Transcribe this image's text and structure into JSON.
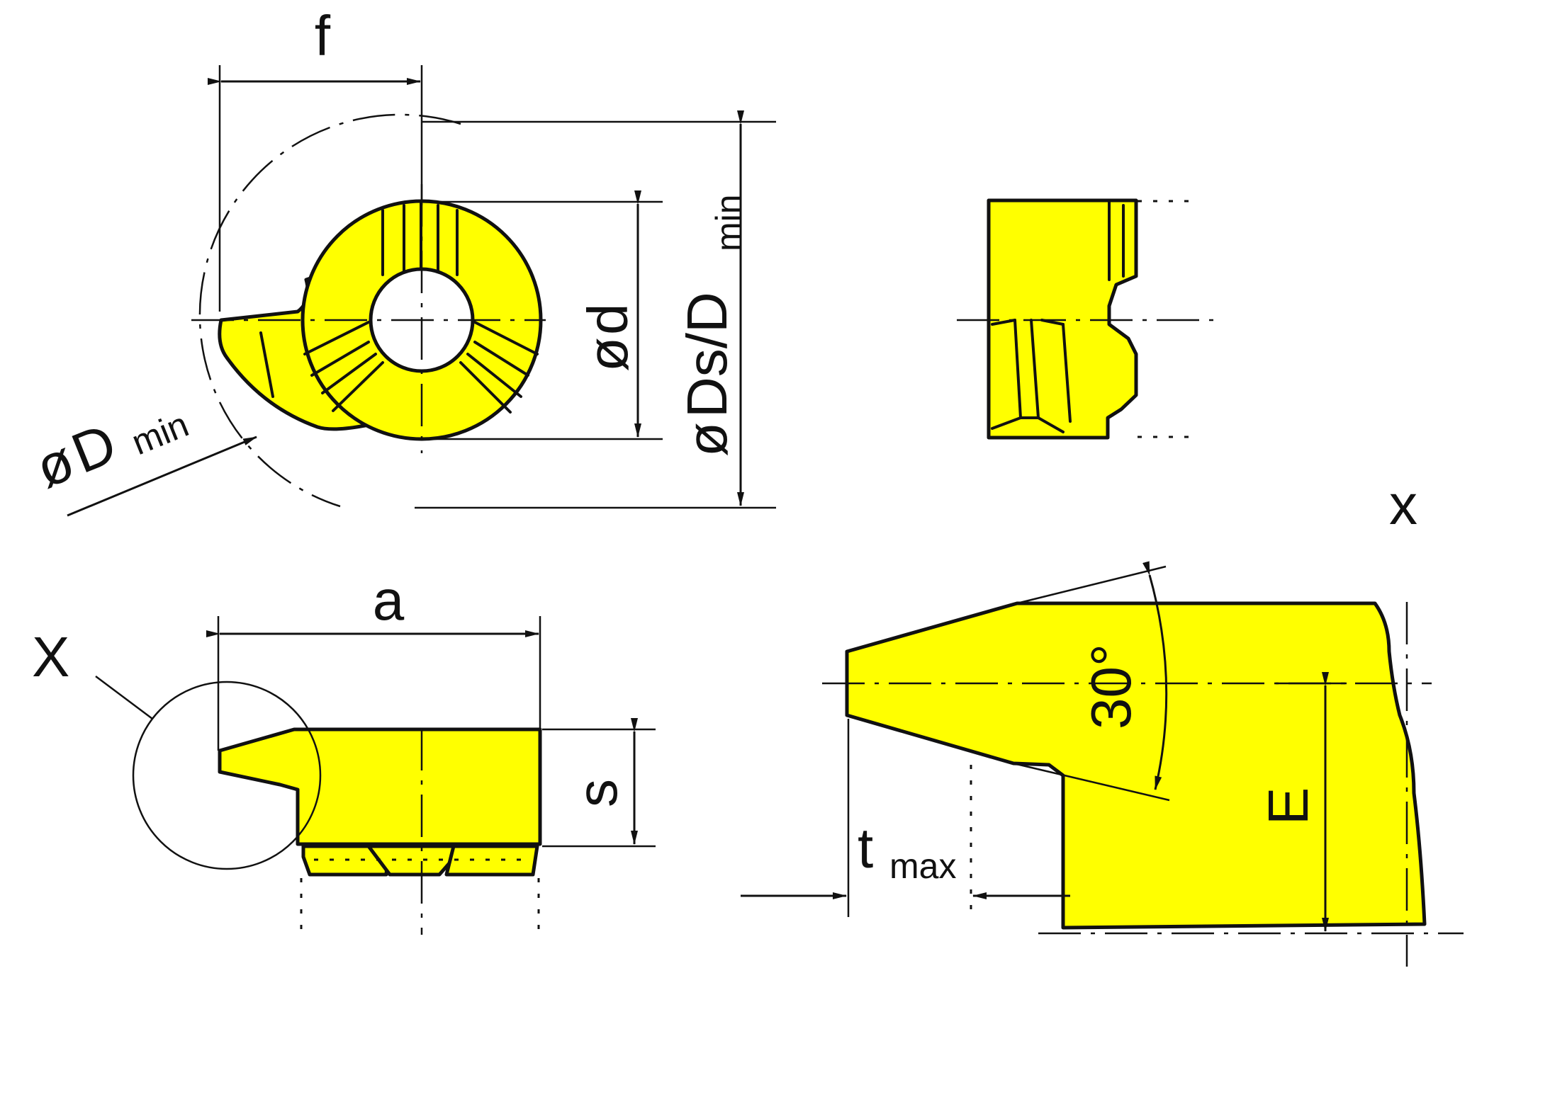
{
  "labels": {
    "f": "f",
    "d_symbol": "ø",
    "d": "d",
    "ds_symbol": "ø",
    "ds": "Ds/D",
    "ds_sub": "min",
    "dmin_symbol": "ø",
    "dmin": "D",
    "dmin_sub": "min",
    "a": "a",
    "s": "s",
    "x_callout": "X",
    "x_detail": "x",
    "angle": "30°",
    "t": "t",
    "t_sub": "max",
    "e": "E"
  },
  "colors": {
    "insert_fill": "#ffff00",
    "line": "#111111",
    "background": "#ffffff"
  }
}
